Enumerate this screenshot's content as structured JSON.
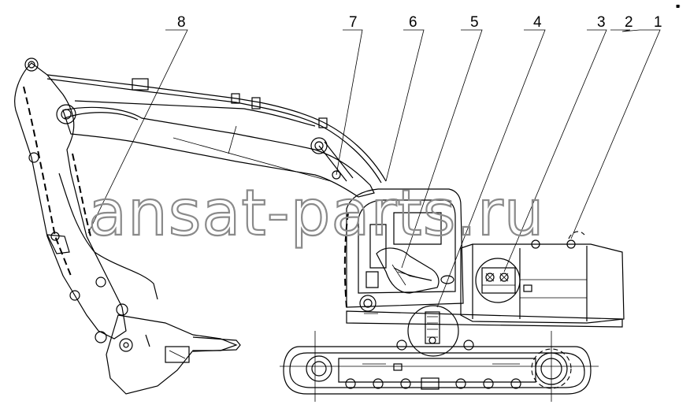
{
  "callouts": [
    {
      "id": "1",
      "label": "1"
    },
    {
      "id": "2",
      "label": "2"
    },
    {
      "id": "3",
      "label": "3"
    },
    {
      "id": "4",
      "label": "4"
    },
    {
      "id": "5",
      "label": "5"
    },
    {
      "id": "6",
      "label": "6"
    },
    {
      "id": "7",
      "label": "7"
    },
    {
      "id": "8",
      "label": "8"
    }
  ],
  "watermark": {
    "text": "ansat-parts.ru",
    "color": "#8a8a8a"
  },
  "corner_mark": {
    "text": "▪̶"
  }
}
